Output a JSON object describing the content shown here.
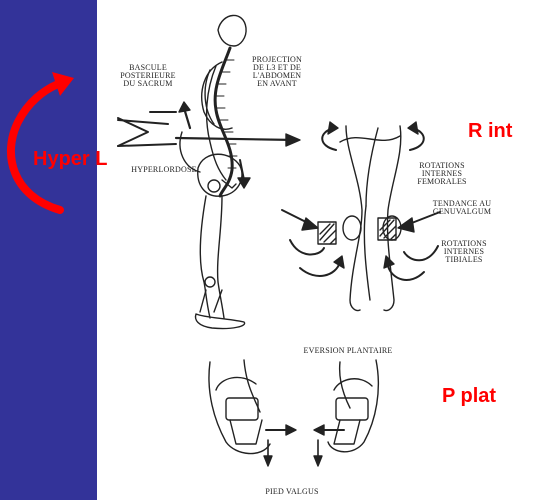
{
  "colors": {
    "background": "#333399",
    "panel": "#ffffff",
    "accent": "#ff0000",
    "ink": "#222222"
  },
  "labels": {
    "bascule": [
      "BASCULE",
      "POSTERIEURE",
      "DU SACRUM"
    ],
    "projection": [
      "PROJECTION",
      "DE L3 ET DE",
      "L'ABDOMEN",
      "EN AVANT"
    ],
    "hyperlordose": "HYPERLORDOSE",
    "rot_femoral": [
      "ROTATIONS",
      "INTERNES",
      "FEMORALES"
    ],
    "genuvalgum": [
      "TENDANCE AU",
      "GENUVALGUM"
    ],
    "rot_tibial": [
      "ROTATIONS",
      "INTERNES",
      "TIBIALES"
    ],
    "eversion": "EVERSION PLANTAIRE",
    "pied_valgus": "PIED VALGUS"
  },
  "annotations": {
    "hyper_l": "Hyper L",
    "r_int": "R int",
    "p_plat": "P plat"
  },
  "icons": {
    "curved_arrow": "curved-arrow-icon"
  }
}
